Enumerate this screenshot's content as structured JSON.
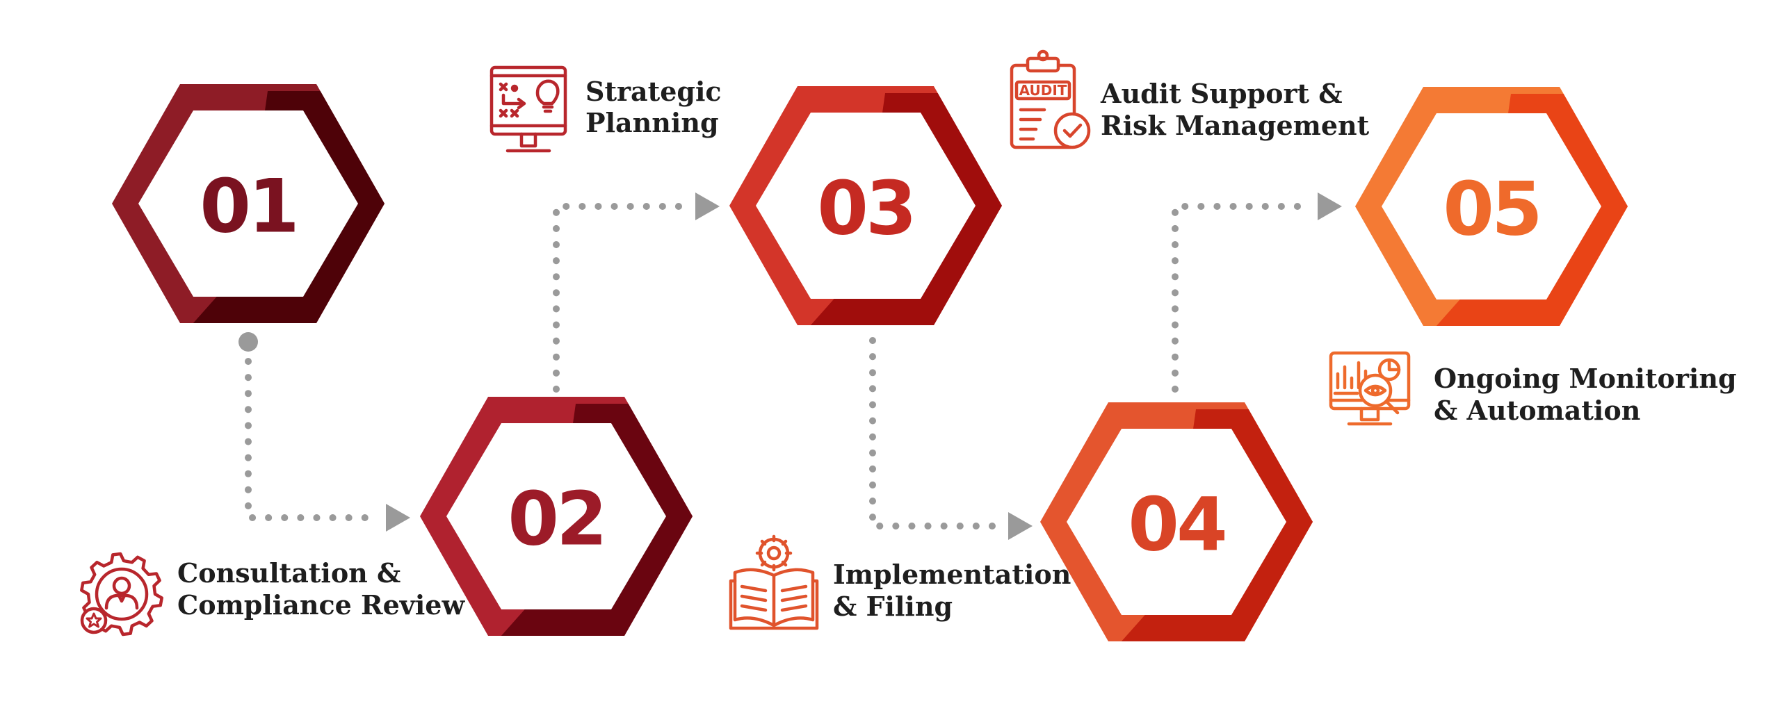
{
  "steps": [
    {
      "number": "01",
      "label_line1": "Consultation &",
      "label_line2": "Compliance Review",
      "icon": "gear-person-icon",
      "colors": {
        "light": "#8e1c26",
        "dark": "#4e0208",
        "text": "#7a1220"
      }
    },
    {
      "number": "02",
      "label_line1": "Strategic",
      "label_line2": "Planning",
      "icon": "strategy-monitor-icon",
      "colors": {
        "light": "#b0222f",
        "dark": "#6a0510",
        "text": "#9c1b28"
      }
    },
    {
      "number": "03",
      "label_line1": "Audit Support &",
      "label_line2": "Risk Management",
      "icon": "audit-clipboard-icon",
      "icon_text": "AUDIT",
      "colors": {
        "light": "#d33529",
        "dark": "#a00d0c",
        "text": "#c52a22"
      }
    },
    {
      "number": "04",
      "label_line1": "Implementation",
      "label_line2": "& Filing",
      "icon": "open-book-gear-icon",
      "colors": {
        "light": "#e4552e",
        "dark": "#c3210f",
        "text": "#d94426"
      }
    },
    {
      "number": "05",
      "label_line1": "Ongoing Monitoring",
      "label_line2": "& Automation",
      "icon": "analytics-monitor-icon",
      "colors": {
        "light": "#f47a34",
        "dark": "#e94416",
        "text": "#ef6a2b"
      }
    }
  ],
  "connector_color": "#9a9a9a",
  "icon_colors": [
    "#b8262c",
    "#b8262c",
    "#d8452c",
    "#e0532c",
    "#ee6a2c"
  ]
}
